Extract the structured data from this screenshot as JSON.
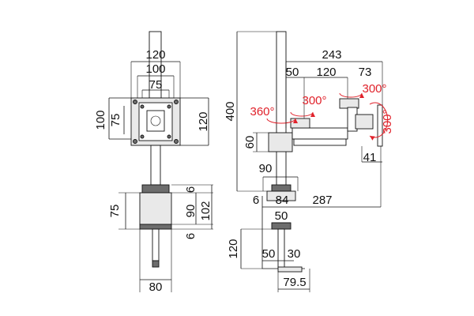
{
  "front_view": {
    "mount_width_outer": "120",
    "mount_width_mid": "100",
    "mount_width_inner": "75",
    "mount_height_outer_left": "100",
    "mount_height_inner_left": "75",
    "mount_height_right": "120",
    "clamp_gap_top": "6",
    "clamp_height": "75",
    "clamp_height_inner": "90",
    "clamp_height_total": "102",
    "clamp_gap_bottom": "6",
    "base_width": "80"
  },
  "side_view": {
    "reach_total": "243",
    "segment_1": "50",
    "segment_2": "120",
    "segment_3": "73",
    "pole_height": "400",
    "joint_height": "60",
    "collar_width": "90",
    "clamp_gap": "6",
    "clamp_depth": "84",
    "clamp_span": "287",
    "clamp_jaw": "50",
    "clamp_range": "120",
    "clamp_inner": "50",
    "clamp_thickness": "30",
    "clamp_base": "79.5",
    "plate_offset": "41"
  },
  "rotation": {
    "base_swivel": "360°",
    "arm_swivel": "300°",
    "head_swivel": "300°",
    "tilt": "300°"
  },
  "colors": {
    "line": "#111111",
    "rotation": "#e0212a"
  }
}
